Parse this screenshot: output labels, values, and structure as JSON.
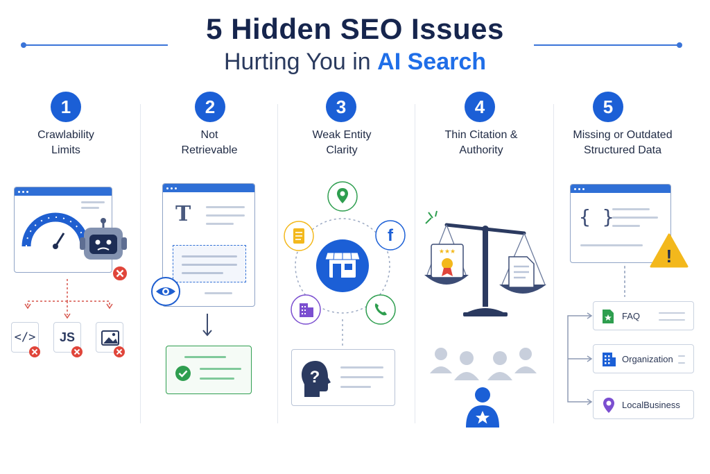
{
  "header": {
    "title": "5 Hidden SEO Issues",
    "subtitle_prefix": "Hurting You in ",
    "subtitle_accent": "AI Search"
  },
  "colors": {
    "primary": "#1b5fd6",
    "accent_text": "#1f6ee8",
    "error": "#e0453a",
    "success": "#2e9e4f",
    "warning": "#f3b81c"
  },
  "issues": [
    {
      "number": "1",
      "title": "Crawlability\nLimits",
      "icons": [
        "browser-window-icon",
        "speedometer-icon",
        "robot-icon",
        "error-badge-icon"
      ],
      "blocked_resources": [
        {
          "label": "</>",
          "icon": "code-file-icon"
        },
        {
          "label": "JS",
          "icon": "javascript-file-icon"
        },
        {
          "label": "",
          "icon": "image-file-icon"
        }
      ]
    },
    {
      "number": "2",
      "title": "Not\nRetrievable",
      "document_letter": "T",
      "icons": [
        "document-window-icon",
        "eye-icon",
        "down-arrow-icon",
        "check-icon"
      ]
    },
    {
      "number": "3",
      "title": "Weak Entity\nClarity",
      "icons": [
        "storefront-icon",
        "location-pin-icon",
        "facebook-icon",
        "phone-icon",
        "building-icon",
        "notes-icon",
        "question-head-icon"
      ],
      "social_letter": "f",
      "question_mark": "?"
    },
    {
      "number": "4",
      "title": "Thin Citation &\nAuthority",
      "icons": [
        "balance-scale-icon",
        "certificate-icon",
        "document-icon",
        "people-group-icon",
        "star-user-icon"
      ]
    },
    {
      "number": "5",
      "title": "Missing or Outdated\nStructured Data",
      "code_braces": "{ }",
      "warning_mark": "!",
      "schema_types": [
        {
          "label": "FAQ",
          "icon": "faq-icon"
        },
        {
          "label": "Organization",
          "icon": "organization-icon"
        },
        {
          "label": "LocalBusiness",
          "icon": "local-business-icon"
        }
      ]
    }
  ]
}
